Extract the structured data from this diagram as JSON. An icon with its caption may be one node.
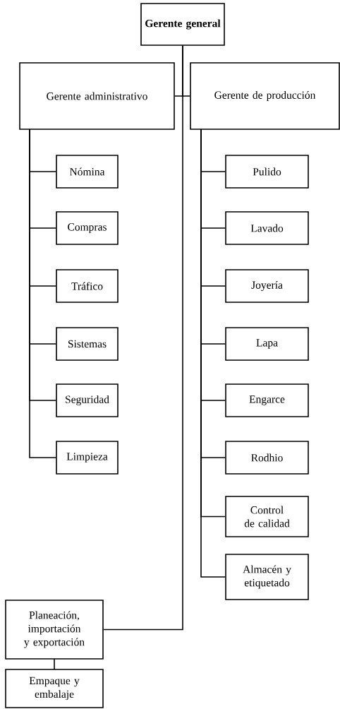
{
  "diagram": {
    "nodes": [
      {
        "text": [
          "Gerente general"
        ]
      },
      {
        "text": [
          "Gerente administrativo"
        ]
      },
      {
        "text": [
          "Gerente de producción"
        ]
      },
      {
        "text": [
          "Nómina"
        ]
      },
      {
        "text": [
          "Compras"
        ]
      },
      {
        "text": [
          "Tráfico"
        ]
      },
      {
        "text": [
          "Sistemas"
        ]
      },
      {
        "text": [
          "Seguridad"
        ]
      },
      {
        "text": [
          "Limpieza"
        ]
      },
      {
        "text": [
          "Pulido"
        ]
      },
      {
        "text": [
          "Lavado"
        ]
      },
      {
        "text": [
          "Joyería"
        ]
      },
      {
        "text": [
          "Lapa"
        ]
      },
      {
        "text": [
          "Engarce"
        ]
      },
      {
        "text": [
          "Rodhio"
        ]
      },
      {
        "text": [
          "Control de calidad"
        ]
      },
      {
        "text": [
          "Almacén y etiquetado"
        ]
      },
      {
        "text": [
          "Planeación, importación y exportación"
        ]
      },
      {
        "text": [
          "Empaque y embalaje"
        ]
      }
    ],
    "edges": [
      {
        "from": 0,
        "to": 1,
        "arrow": "none"
      },
      {
        "from": 0,
        "to": 2,
        "arrow": "none"
      },
      {
        "from": 0,
        "to": 17,
        "arrow": "none"
      },
      {
        "from": 1,
        "to": 3,
        "arrow": "none"
      },
      {
        "from": 1,
        "to": 4,
        "arrow": "none"
      },
      {
        "from": 1,
        "to": 5,
        "arrow": "none"
      },
      {
        "from": 1,
        "to": 6,
        "arrow": "none"
      },
      {
        "from": 1,
        "to": 7,
        "arrow": "none"
      },
      {
        "from": 1,
        "to": 8,
        "arrow": "none"
      },
      {
        "from": 2,
        "to": 9,
        "arrow": "none"
      },
      {
        "from": 2,
        "to": 10,
        "arrow": "none"
      },
      {
        "from": 2,
        "to": 11,
        "arrow": "none"
      },
      {
        "from": 2,
        "to": 12,
        "arrow": "none"
      },
      {
        "from": 2,
        "to": 13,
        "arrow": "none"
      },
      {
        "from": 2,
        "to": 14,
        "arrow": "none"
      },
      {
        "from": 2,
        "to": 15,
        "arrow": "none"
      },
      {
        "from": 2,
        "to": 16,
        "arrow": "none"
      },
      {
        "from": 17,
        "to": 18,
        "arrow": "none"
      }
    ]
  }
}
